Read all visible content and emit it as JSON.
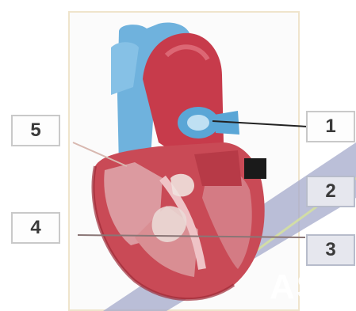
{
  "labels": {
    "one": "1",
    "two": "2",
    "three": "3",
    "four": "4",
    "five": "5"
  },
  "watermark": "AS",
  "colors": {
    "vessel_blue": "#6fb2dd",
    "heart_red": "#c9404f",
    "chamber_pink": "#d98e93",
    "diagonal_band": "#9aa0c4",
    "leader_line": "#222222"
  }
}
